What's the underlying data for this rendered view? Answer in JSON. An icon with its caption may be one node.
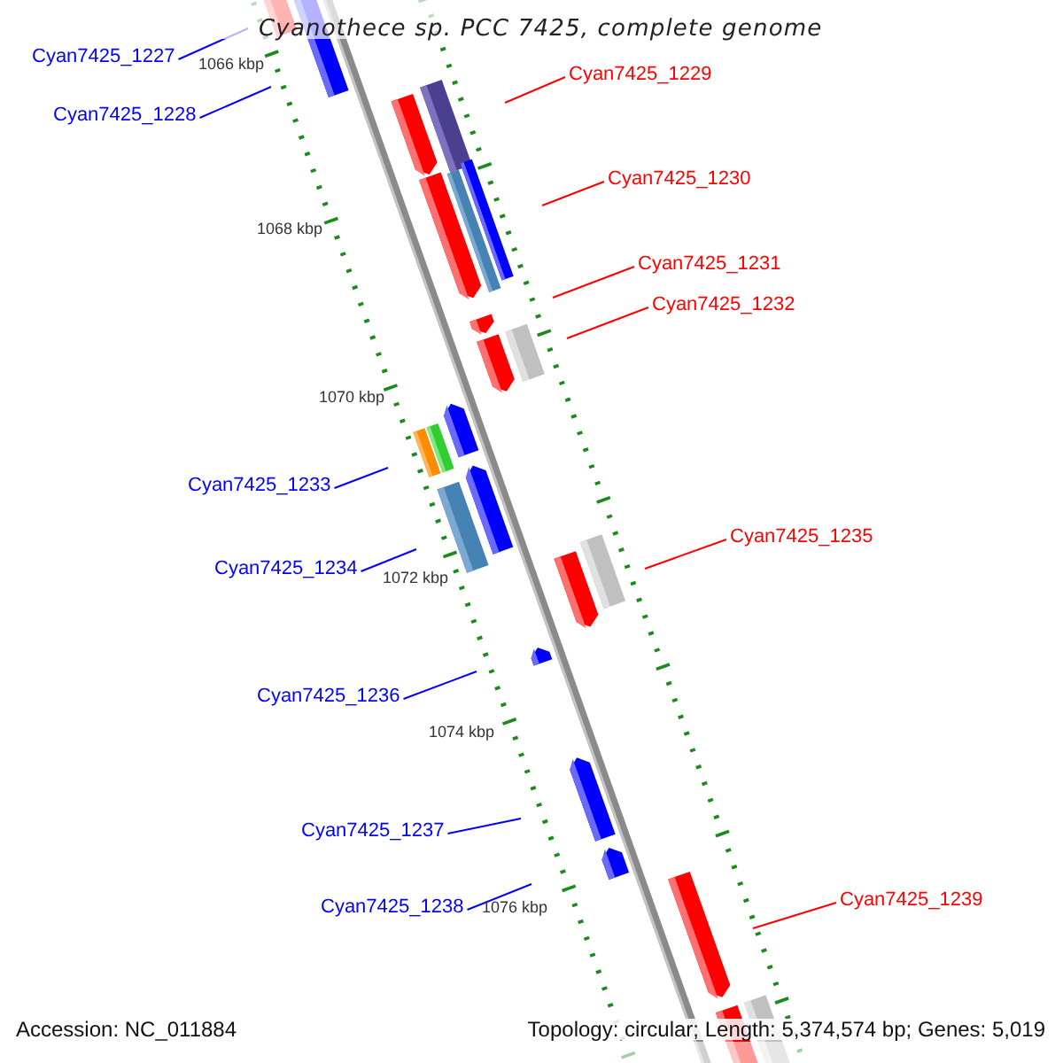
{
  "diagram": {
    "title": "Cyanothece sp. PCC 7425, complete genome",
    "nodes": [
      {
        "text": [
          "Cyan7425_1227"
        ]
      },
      {
        "text": [
          "Cyan7425_1228"
        ]
      },
      {
        "text": [
          "Cyan7425_1229"
        ]
      },
      {
        "text": [
          "Cyan7425_1230"
        ]
      },
      {
        "text": [
          "Cyan7425_1231"
        ]
      },
      {
        "text": [
          "Cyan7425_1232"
        ]
      },
      {
        "text": [
          "Cyan7425_1233"
        ]
      },
      {
        "text": [
          "Cyan7425_1234"
        ]
      },
      {
        "text": [
          "Cyan7425_1235"
        ]
      },
      {
        "text": [
          "Cyan7425_1236"
        ]
      },
      {
        "text": [
          "Cyan7425_1237"
        ]
      },
      {
        "text": [
          "Cyan7425_1238"
        ]
      },
      {
        "text": [
          "Cyan7425_1239"
        ]
      }
    ],
    "edges": [
      {
        "from": 0,
        "to": null,
        "arrow": "none"
      },
      {
        "from": 1,
        "to": null,
        "arrow": "none"
      },
      {
        "from": 2,
        "to": null,
        "arrow": "none",
        "color": "#ff0000"
      },
      {
        "from": 3,
        "to": null,
        "arrow": "none",
        "color": "#ff0000"
      },
      {
        "from": 4,
        "to": null,
        "arrow": "none",
        "color": "#ff0000"
      },
      {
        "from": 5,
        "to": null,
        "arrow": "none",
        "color": "#ff0000"
      },
      {
        "from": 6,
        "to": null,
        "arrow": "none"
      },
      {
        "from": 7,
        "to": null,
        "arrow": "none"
      },
      {
        "from": 8,
        "to": null,
        "arrow": "none",
        "color": "#ff0000"
      },
      {
        "from": 9,
        "to": null,
        "arrow": "none"
      },
      {
        "from": 10,
        "to": null,
        "arrow": "none"
      },
      {
        "from": 11,
        "to": null,
        "arrow": "none"
      },
      {
        "from": 12,
        "to": null,
        "arrow": "none",
        "color": "#ff0000"
      }
    ],
    "labels": [
      "1066 kbp",
      "1068 kbp",
      "1070 kbp",
      "1072 kbp",
      "1074 kbp",
      "1076 kbp",
      "Accession: NC_011884",
      "Topology: circular; Length: 5,374,574 bp; Genes: 5,019"
    ]
  }
}
